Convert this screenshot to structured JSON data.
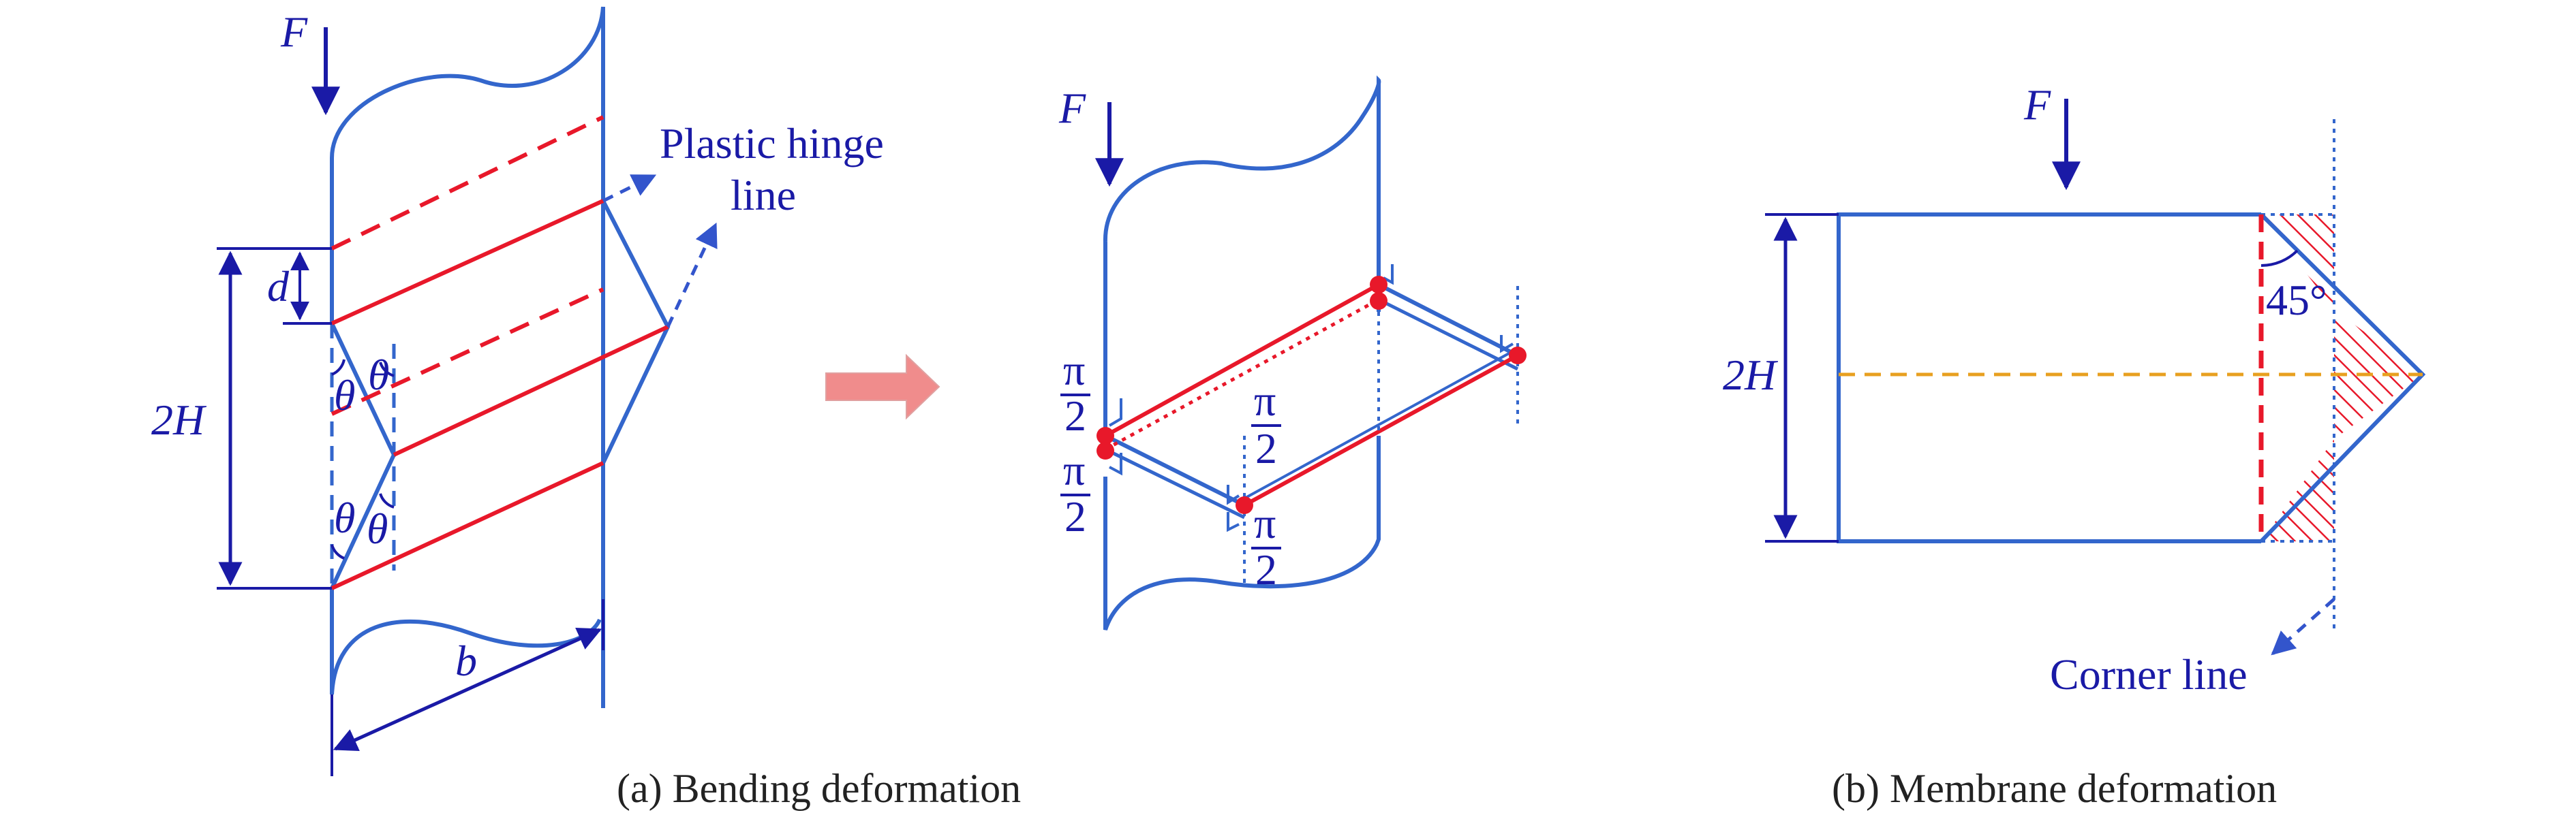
{
  "colors": {
    "outline": "#3366cc",
    "text": "#1a1aa6",
    "hinge": "#e8182a",
    "hatch": "#e8182a",
    "neutral_axis": "#e8a020",
    "arrow_fill": "#f08c8c",
    "caption": "#222222"
  },
  "icons": {
    "transition": "right-arrow-icon"
  },
  "panel_a": {
    "caption": "(a) Bending deformation",
    "force": "F",
    "thickness_label": "d",
    "height_label": "2H",
    "width_label": "b",
    "angle_label": "θ",
    "hinge_callout_line1": "Plastic hinge",
    "hinge_callout_line2": "line"
  },
  "panel_mid": {
    "force": "F",
    "pi": "π",
    "two": "2"
  },
  "panel_b": {
    "caption": "(b) Membrane deformation",
    "force": "F",
    "height_label": "2H",
    "angle_label": "45°",
    "corner_callout": "Corner line"
  }
}
